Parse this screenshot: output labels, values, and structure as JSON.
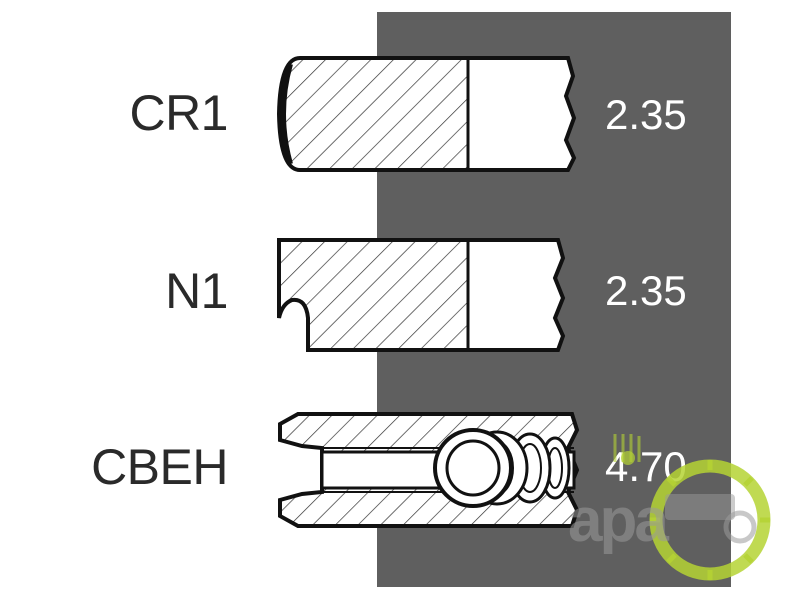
{
  "rings": [
    {
      "name": "CR1",
      "thickness": "2.35"
    },
    {
      "name": "N1",
      "thickness": "2.35"
    },
    {
      "name": "CBEH",
      "thickness": "4.70"
    }
  ],
  "colors": {
    "panel": "#5f5f5f",
    "outline": "#111111",
    "hatch": "#333333",
    "watermark_green": "#b5d334",
    "watermark_gray": "#9a9a9a"
  },
  "watermark": {
    "text": "apa"
  }
}
